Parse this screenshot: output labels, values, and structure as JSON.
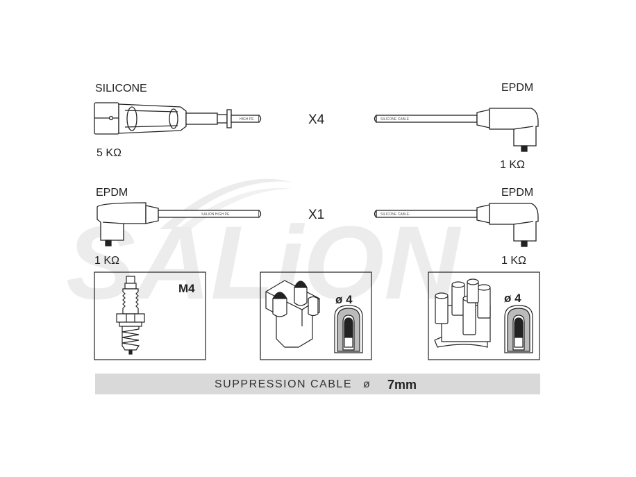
{
  "watermark": "SALiON",
  "row1": {
    "left_material": "SILICONE",
    "left_resistance": "5 KΩ",
    "quantity": "X4",
    "right_material": "EPDM",
    "right_resistance": "1 KΩ",
    "left_cable_print": "HIGH PE",
    "right_cable_print": "SILICONE CABLE"
  },
  "row2": {
    "left_material": "EPDM",
    "left_resistance": "1 KΩ",
    "quantity": "X1",
    "right_material": "EPDM",
    "right_resistance": "1 KΩ",
    "left_cable_print": "SALION  HIGH PE",
    "right_cable_print": "SILICONE CABLE"
  },
  "boxes": [
    {
      "label": "M4"
    },
    {
      "label": "ø 4"
    },
    {
      "label": "ø 4"
    }
  ],
  "footer": {
    "text": "SUPPRESSION CABLE",
    "symbol": "ø",
    "value": "7mm"
  }
}
